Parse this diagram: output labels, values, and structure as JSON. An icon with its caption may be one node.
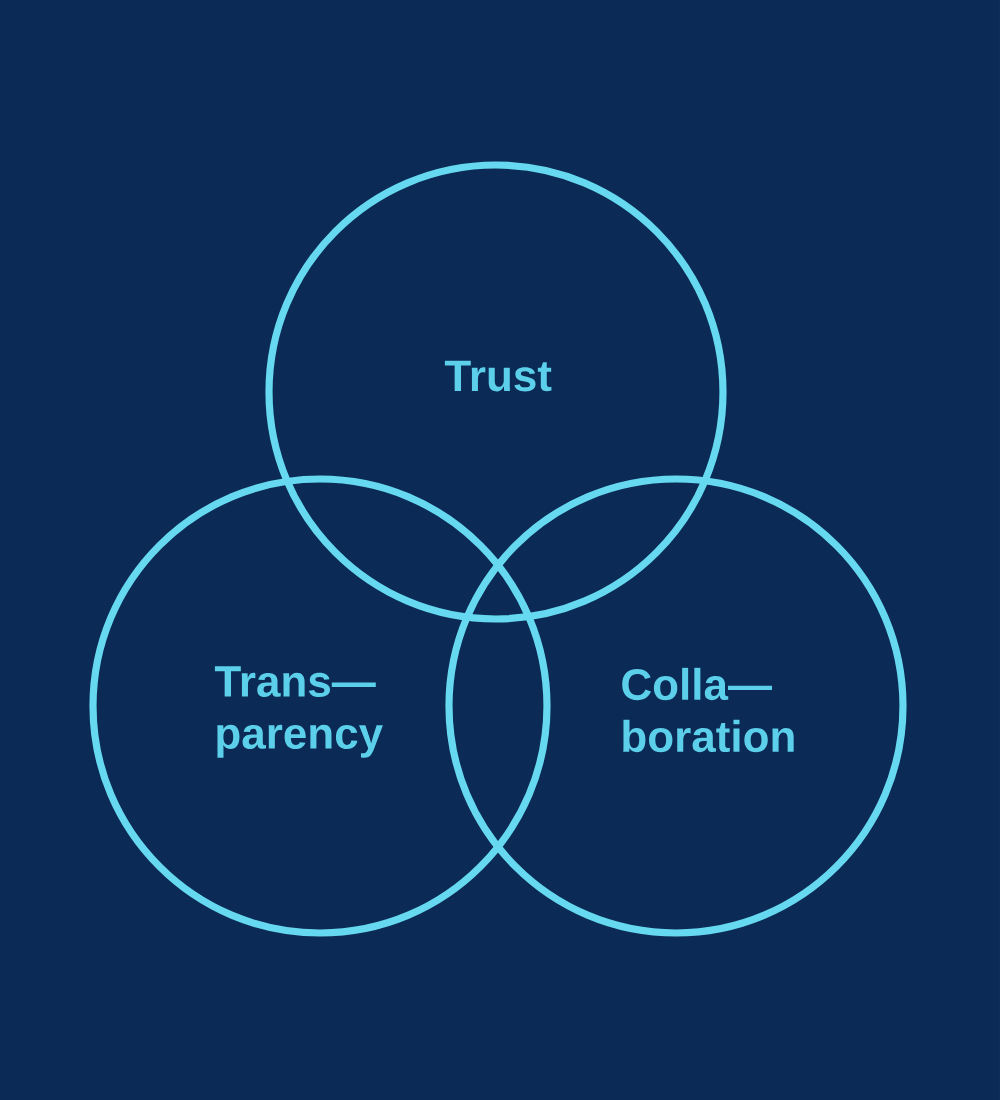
{
  "diagram": {
    "nodes": [
      {
        "text": [
          "Trust"
        ]
      },
      {
        "text": [
          "Trans— parency"
        ]
      },
      {
        "text": [
          "Colla— boration"
        ]
      }
    ]
  }
}
